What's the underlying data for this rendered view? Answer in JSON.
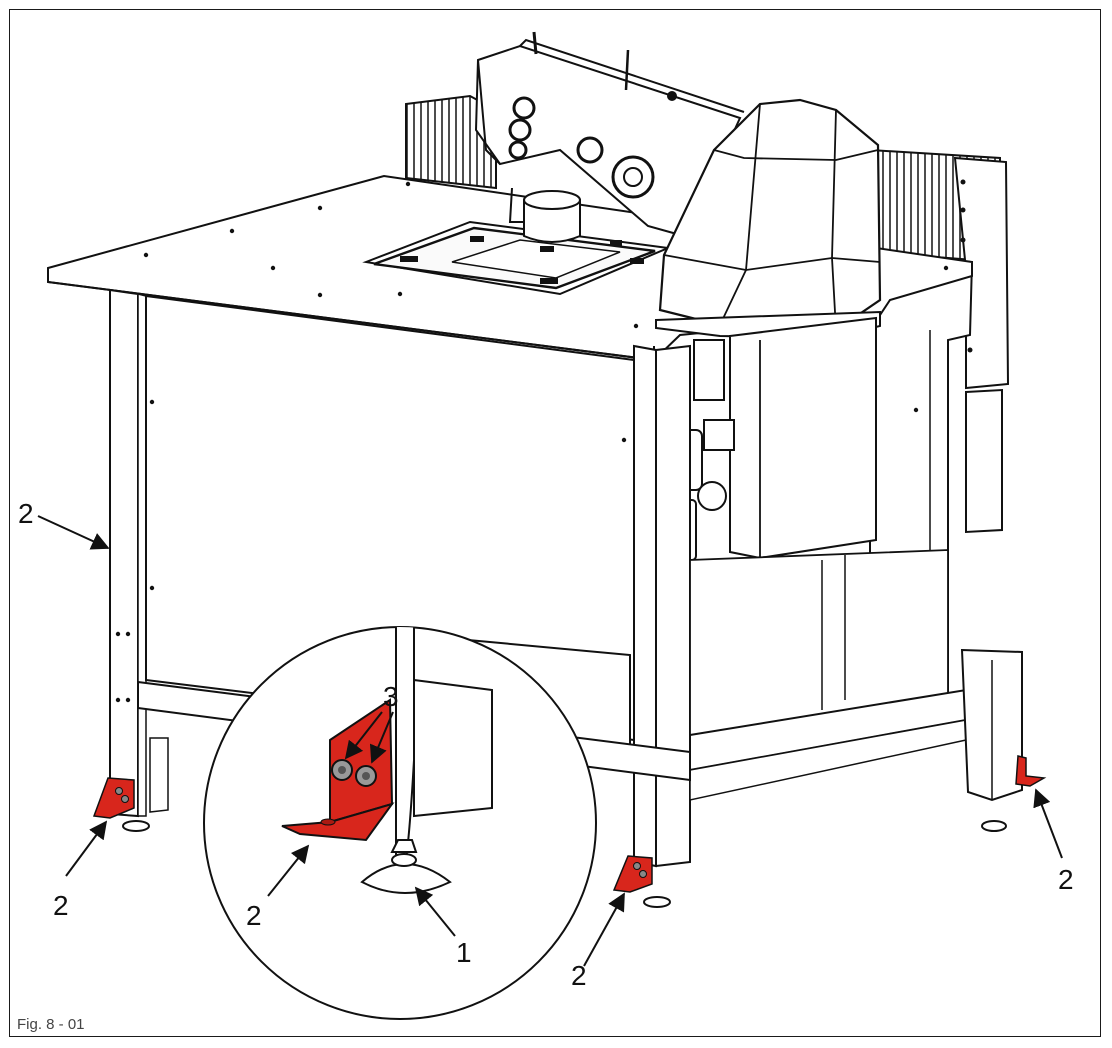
{
  "figure": {
    "caption": "Fig. 8 - 01",
    "accent_color": "#d8261c",
    "callouts": {
      "foot": "1",
      "bracket_left_upper": "2",
      "bracket_left_lower": "2",
      "bracket_detail": "2",
      "bracket_center": "2",
      "bracket_right": "2",
      "screws": "3"
    }
  }
}
